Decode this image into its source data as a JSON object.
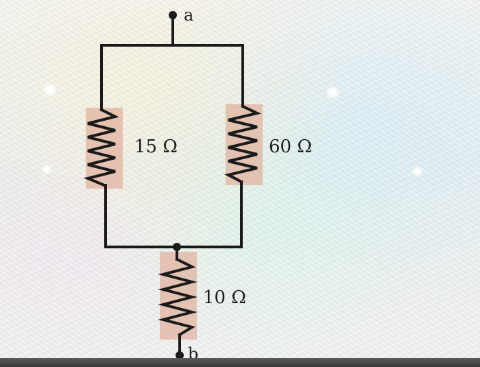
{
  "circuit": {
    "terminal_top": "a",
    "terminal_bottom": "b",
    "resistor_left": "15 Ω",
    "resistor_right": "60 Ω",
    "resistor_series": "10 Ω"
  },
  "colors": {
    "wire": "#1a1a1a",
    "resistor_highlight": "#e2b3a0"
  }
}
